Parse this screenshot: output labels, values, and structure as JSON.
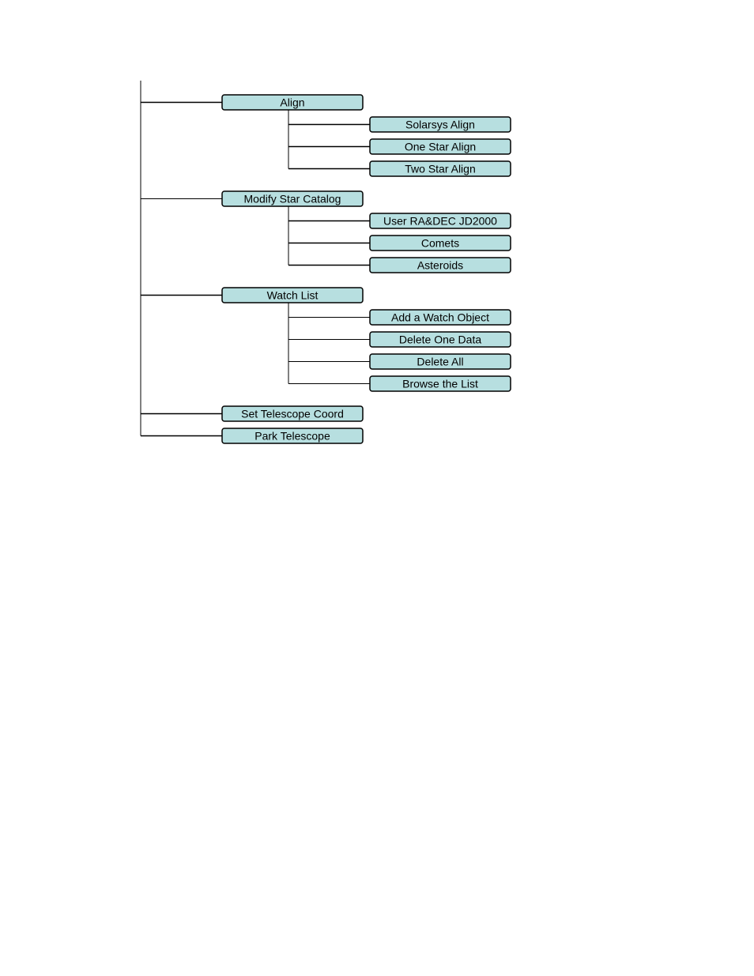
{
  "diagram": {
    "colors": {
      "box_fill": "#b7dfe0",
      "box_stroke": "#000000",
      "line": "#000000"
    },
    "menu": [
      {
        "label": "Align",
        "children": [
          "Solarsys Align",
          "One Star Align",
          "Two Star Align"
        ]
      },
      {
        "label": "Modify Star Catalog",
        "children": [
          "User RA&DEC JD2000",
          "Comets",
          "Asteroids"
        ]
      },
      {
        "label": "Watch List",
        "children": [
          "Add a Watch Object",
          "Delete One Data",
          "Delete All",
          "Browse the List"
        ]
      },
      {
        "label": "Set Telescope Coord",
        "children": []
      },
      {
        "label": "Park Telescope",
        "children": []
      }
    ]
  }
}
